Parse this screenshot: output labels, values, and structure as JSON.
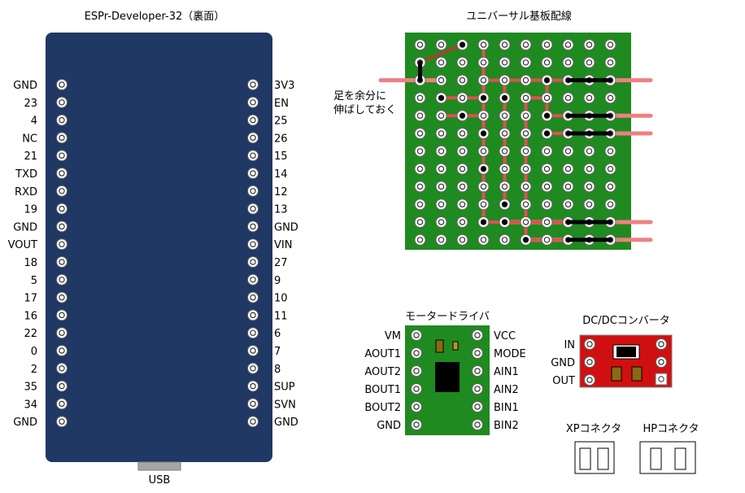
{
  "esp32": {
    "title": "ESPr-Developer-32（裏面）",
    "left_pins": [
      "GND",
      "23",
      "4",
      "NC",
      "21",
      "TXD",
      "RXD",
      "19",
      "GND",
      "VOUT",
      "18",
      "5",
      "17",
      "16",
      "22",
      "0",
      "2",
      "35",
      "34",
      "GND"
    ],
    "right_pins": [
      "3V3",
      "EN",
      "25",
      "26",
      "15",
      "14",
      "12",
      "13",
      "GND",
      "VIN",
      "27",
      "9",
      "10",
      "11",
      "6",
      "7",
      "8",
      "SUP",
      "SVN",
      "GND"
    ],
    "usb_label": "USB",
    "board_color": "#1f3864"
  },
  "protoboard": {
    "title": "ユニバーサル基板配線",
    "note_line1": "足を余分に",
    "note_line2": "伸ばしておく",
    "board_color": "#1f8a1f",
    "wire_color": "#e05050",
    "jumper_color": "#000000",
    "rows": 12,
    "cols": 10
  },
  "motor_driver": {
    "title": "モータードライバ",
    "left_pins": [
      "VM",
      "AOUT1",
      "AOUT2",
      "BOUT1",
      "BOUT2",
      "GND"
    ],
    "right_pins": [
      "VCC",
      "MODE",
      "AIN1",
      "AIN2",
      "BIN1",
      "BIN2"
    ]
  },
  "dcdc": {
    "title": "DC/DCコンバータ",
    "left_pins": [
      "IN",
      "GND",
      "OUT"
    ],
    "board_color": "#d01010"
  },
  "connectors": {
    "xp_label": "XPコネクタ",
    "hp_label": "HPコネクタ"
  }
}
